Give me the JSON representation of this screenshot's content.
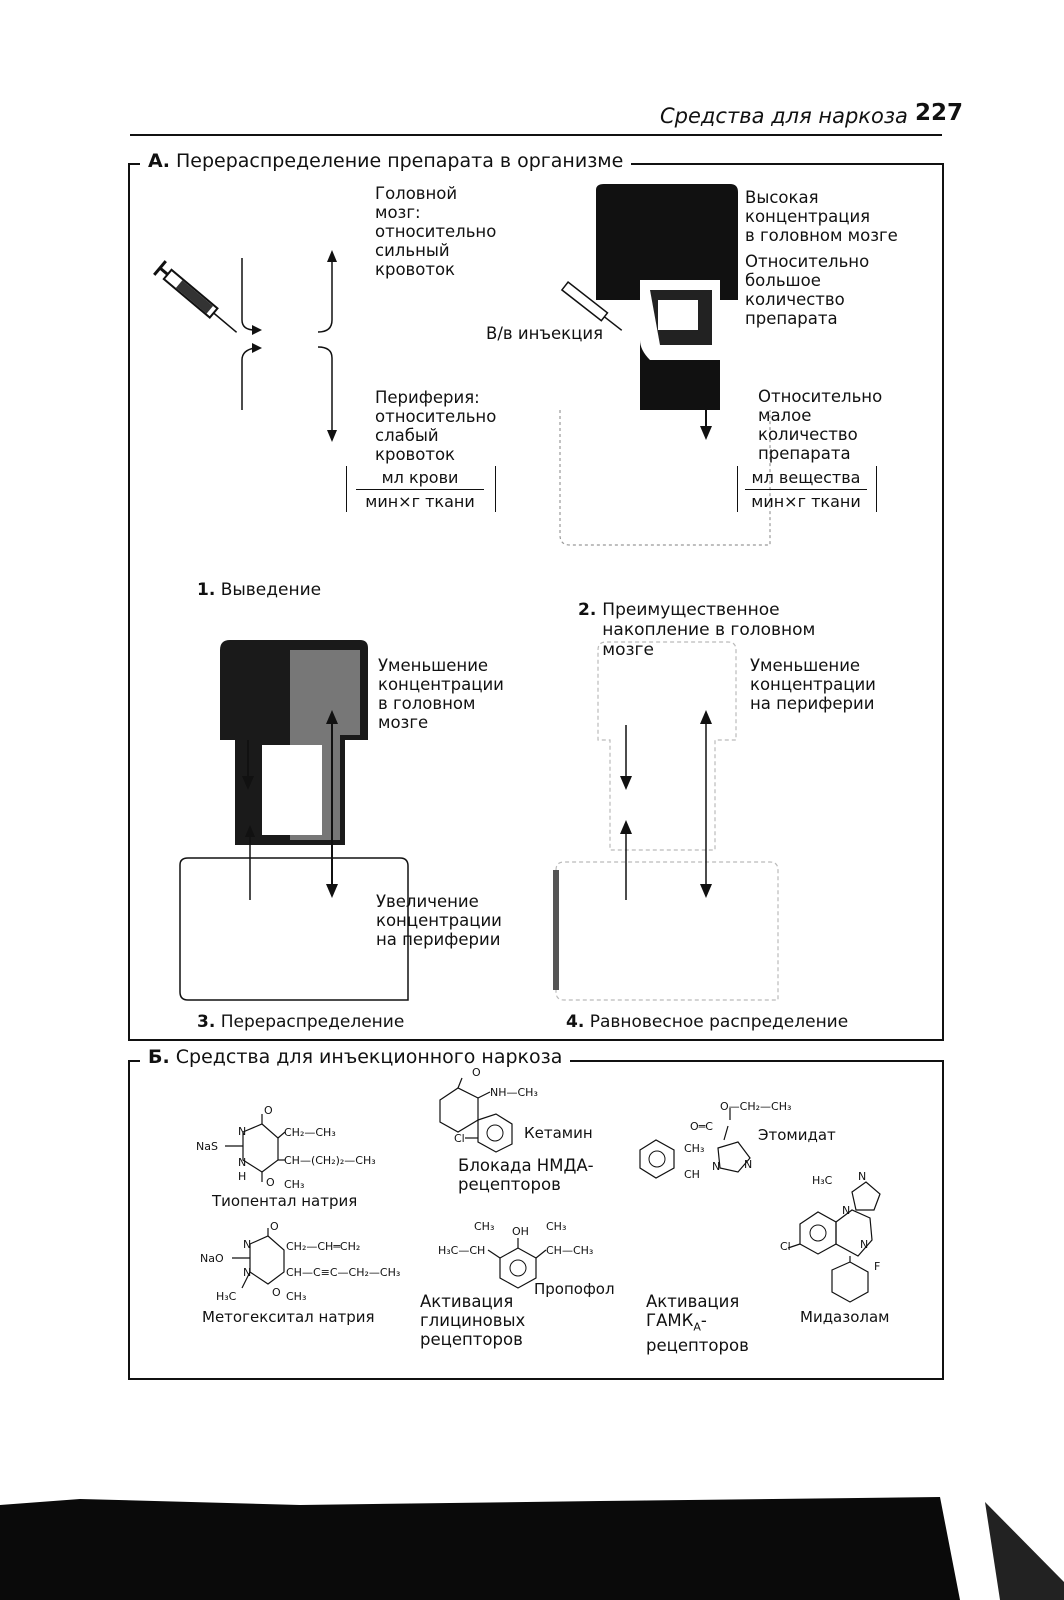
{
  "header": {
    "title": "Средства для наркоза",
    "page": "227"
  },
  "panel_a": {
    "title_letter": "А.",
    "title": "Перераспределение препарата в организме",
    "brain_label": "Головной\nмозг:\nотносительно\nсильный\nкровоток",
    "periphery_label": "Периферия:\nотносительно\nслабый\nкровоток",
    "frac1_num": "мл крови",
    "frac1_den": "мин×г ткани",
    "iv_label": "В/в инъекция",
    "high_conc": "Высокая\nконцентрация\nв головном мозге",
    "large_amount": "Относительно\nбольшое\nколичество\nпрепарата",
    "small_amount": "Относительно\nмалое\nколичество\nпрепарата",
    "frac2_num": "мл вещества",
    "frac2_den": "мин×г ткани",
    "step1_num": "1.",
    "step1": "Выведение",
    "step2_num": "2.",
    "step2": "Преимущественное\nнакопление в головном\nмозге",
    "decrease_brain": "Уменьшение\nконцентрации\nв головном\nмозге",
    "increase_periphery": "Увеличение\nконцентрации\nна периферии",
    "decrease_periphery": "Уменьшение\nконцентрации\nна периферии",
    "step3_num": "3.",
    "step3": "Перераспределение",
    "step4_num": "4.",
    "step4": "Равновесное распределение"
  },
  "panel_b": {
    "title_letter": "Б.",
    "title": "Средства для инъекционного наркоза",
    "thiopental": "Тиопентал натрия",
    "methohexital": "Метогекситал натрия",
    "ketamine": "Кетамин",
    "nmda": "Блокада НМДА-\nрецепторов",
    "propofol": "Пропофол",
    "glycine": "Активация\nглициновых\nрецепторов",
    "etomidate": "Этомидат",
    "gaba_1": "Активация",
    "gaba_2": "ГАМК",
    "gaba_sub": "А",
    "gaba_3": "рецепторов",
    "midazolam": "Мидазолам",
    "chem": {
      "o": "O",
      "n": "N",
      "h": "H",
      "cl": "Cl",
      "f": "F",
      "oh": "OH",
      "nas": "NaS",
      "nao": "NaO",
      "ch3": "CH₃",
      "h3c": "H₃C",
      "ch2ch3": "CH₂—CH₃",
      "ch_ch22_ch3": "CH—(CH₂)₂—CH₃",
      "ch2_ch_ch2": "CH₂—CH═CH₂",
      "ch_cc_ch2ch3": "CH—C≡C—CH₂—CH₃",
      "nh_ch3": "NH—CH₃",
      "o_ch2_ch3": "O—CH₂—CH₃",
      "o_c": "O═C",
      "ch": "CH",
      "h3c_ch": "H₃C—CH",
      "ch_ch3": "CH—CH₃"
    }
  }
}
